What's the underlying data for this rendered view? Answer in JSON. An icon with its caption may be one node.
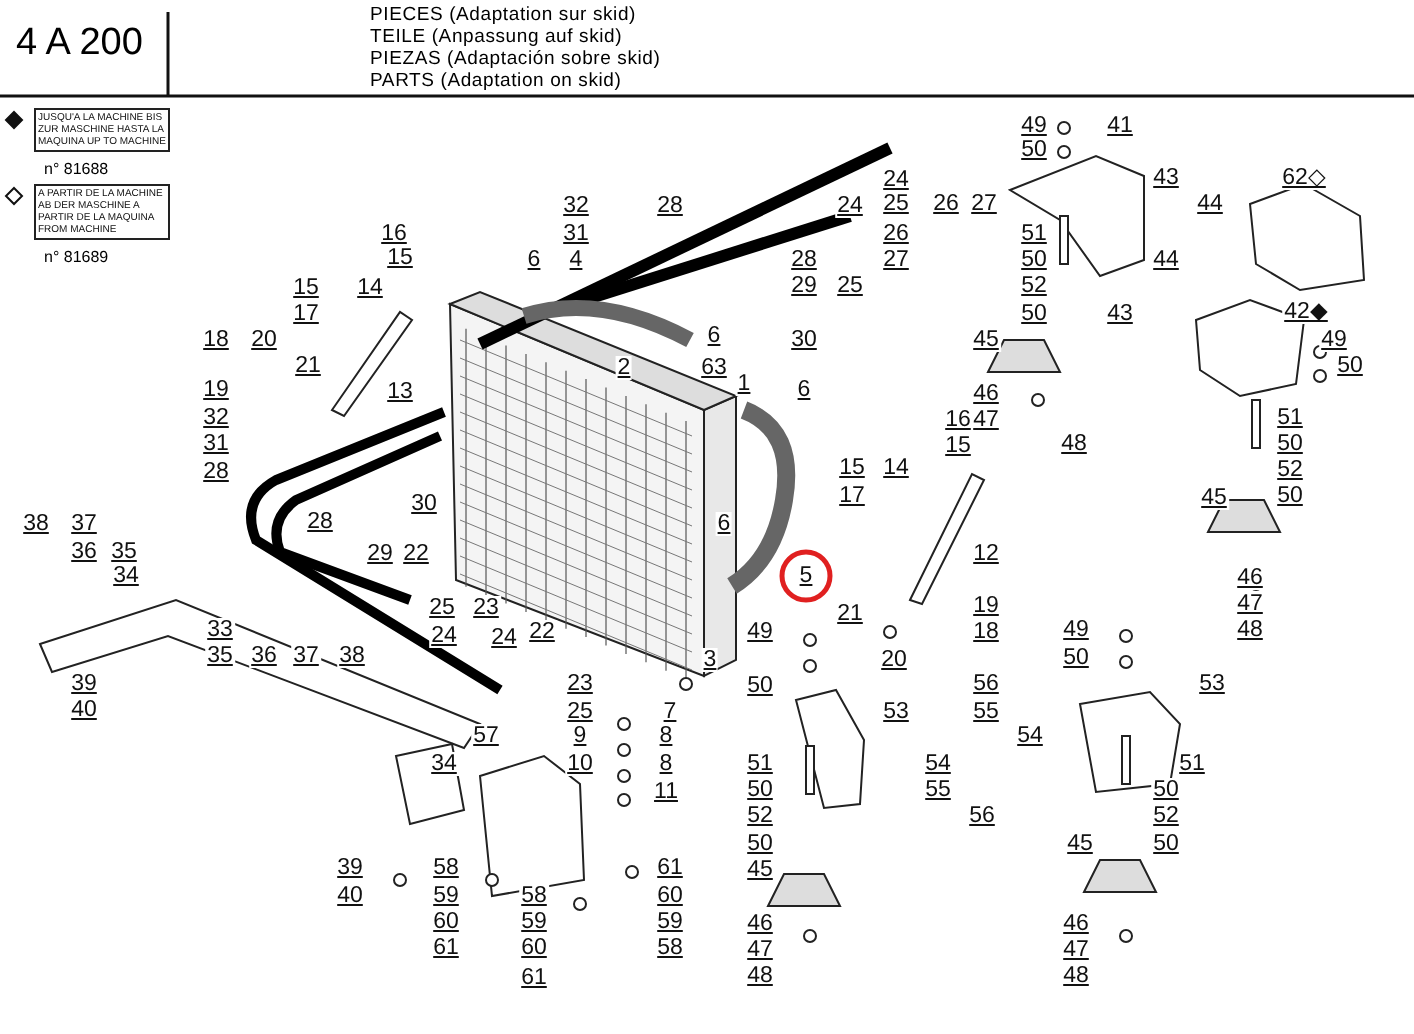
{
  "diagram": {
    "title": "4 A 200",
    "labels": [
      "PIECES (Adaptation sur skid)",
      "TEILE (Anpassung auf skid)",
      "PIEZAS (Adaptación sobre skid)",
      "PARTS (Adaptation on skid)",
      "n° 81688",
      "n° 81689",
      "49",
      "41",
      "50",
      "24",
      "43",
      "62◇",
      "32",
      "28",
      "24",
      "25",
      "26",
      "27",
      "44",
      "16",
      "31",
      "26",
      "51",
      "15",
      "6",
      "4",
      "28",
      "27",
      "50",
      "44",
      "15",
      "14",
      "29",
      "25",
      "52",
      "17",
      "50",
      "43",
      "42◆",
      "18",
      "20",
      "6",
      "30",
      "45",
      "49",
      "21",
      "2",
      "63",
      "50",
      "19",
      "13",
      "6",
      "46",
      "1",
      "32",
      "16",
      "47",
      "51",
      "31",
      "15",
      "48",
      "50",
      "28",
      "15",
      "14",
      "52",
      "17",
      "45",
      "50",
      "30",
      "38",
      "37",
      "28",
      "6",
      "36",
      "35",
      "29",
      "22",
      "12",
      "34",
      "5",
      "46",
      "25",
      "23",
      "19",
      "47",
      "21",
      "33",
      "24",
      "24",
      "22",
      "49",
      "18",
      "49",
      "48",
      "35",
      "36",
      "37",
      "38",
      "3",
      "20",
      "50",
      "39",
      "23",
      "50",
      "56",
      "53",
      "40",
      "25",
      "7",
      "53",
      "55",
      "57",
      "9",
      "8",
      "54",
      "34",
      "10",
      "8",
      "51",
      "54",
      "51",
      "11",
      "50",
      "55",
      "50",
      "52",
      "56",
      "52",
      "50",
      "45",
      "50",
      "39",
      "58",
      "61",
      "45",
      "40",
      "59",
      "58",
      "60",
      "60",
      "59",
      "59",
      "46",
      "46",
      "61",
      "60",
      "58",
      "47",
      "47",
      "61",
      "48",
      "48"
    ],
    "legend": [
      {
        "text": "JUSQU'A LA MACHINE BIS ZUR MASCHINE HASTA LA MAQUINA UP TO MACHINE"
      },
      {
        "text": "A PARTIR DE LA MACHINE AB DER MASCHINE A PARTIR DE LA MAQUINA FROM MACHINE"
      }
    ]
  }
}
